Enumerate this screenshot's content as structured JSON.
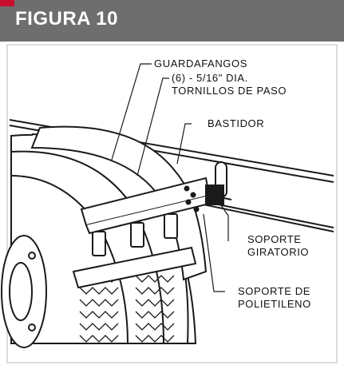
{
  "figure": {
    "title": "FIGURA 10",
    "colors": {
      "header": "#6e6e6e",
      "accent": "#c8102e",
      "line": "#1a1a1a"
    }
  },
  "callouts": {
    "fender": "GUARDAFANGOS",
    "bolts_line1": "(6) - 5/16\" DIA.",
    "bolts_line2": "TORNILLOS DE PASO",
    "frame": "BASTIDOR",
    "swivel_line1": "SOPORTE",
    "swivel_line2": "GIRATORIO",
    "poly_line1": "SOPORTE DE",
    "poly_line2": "POLIETILENO"
  }
}
